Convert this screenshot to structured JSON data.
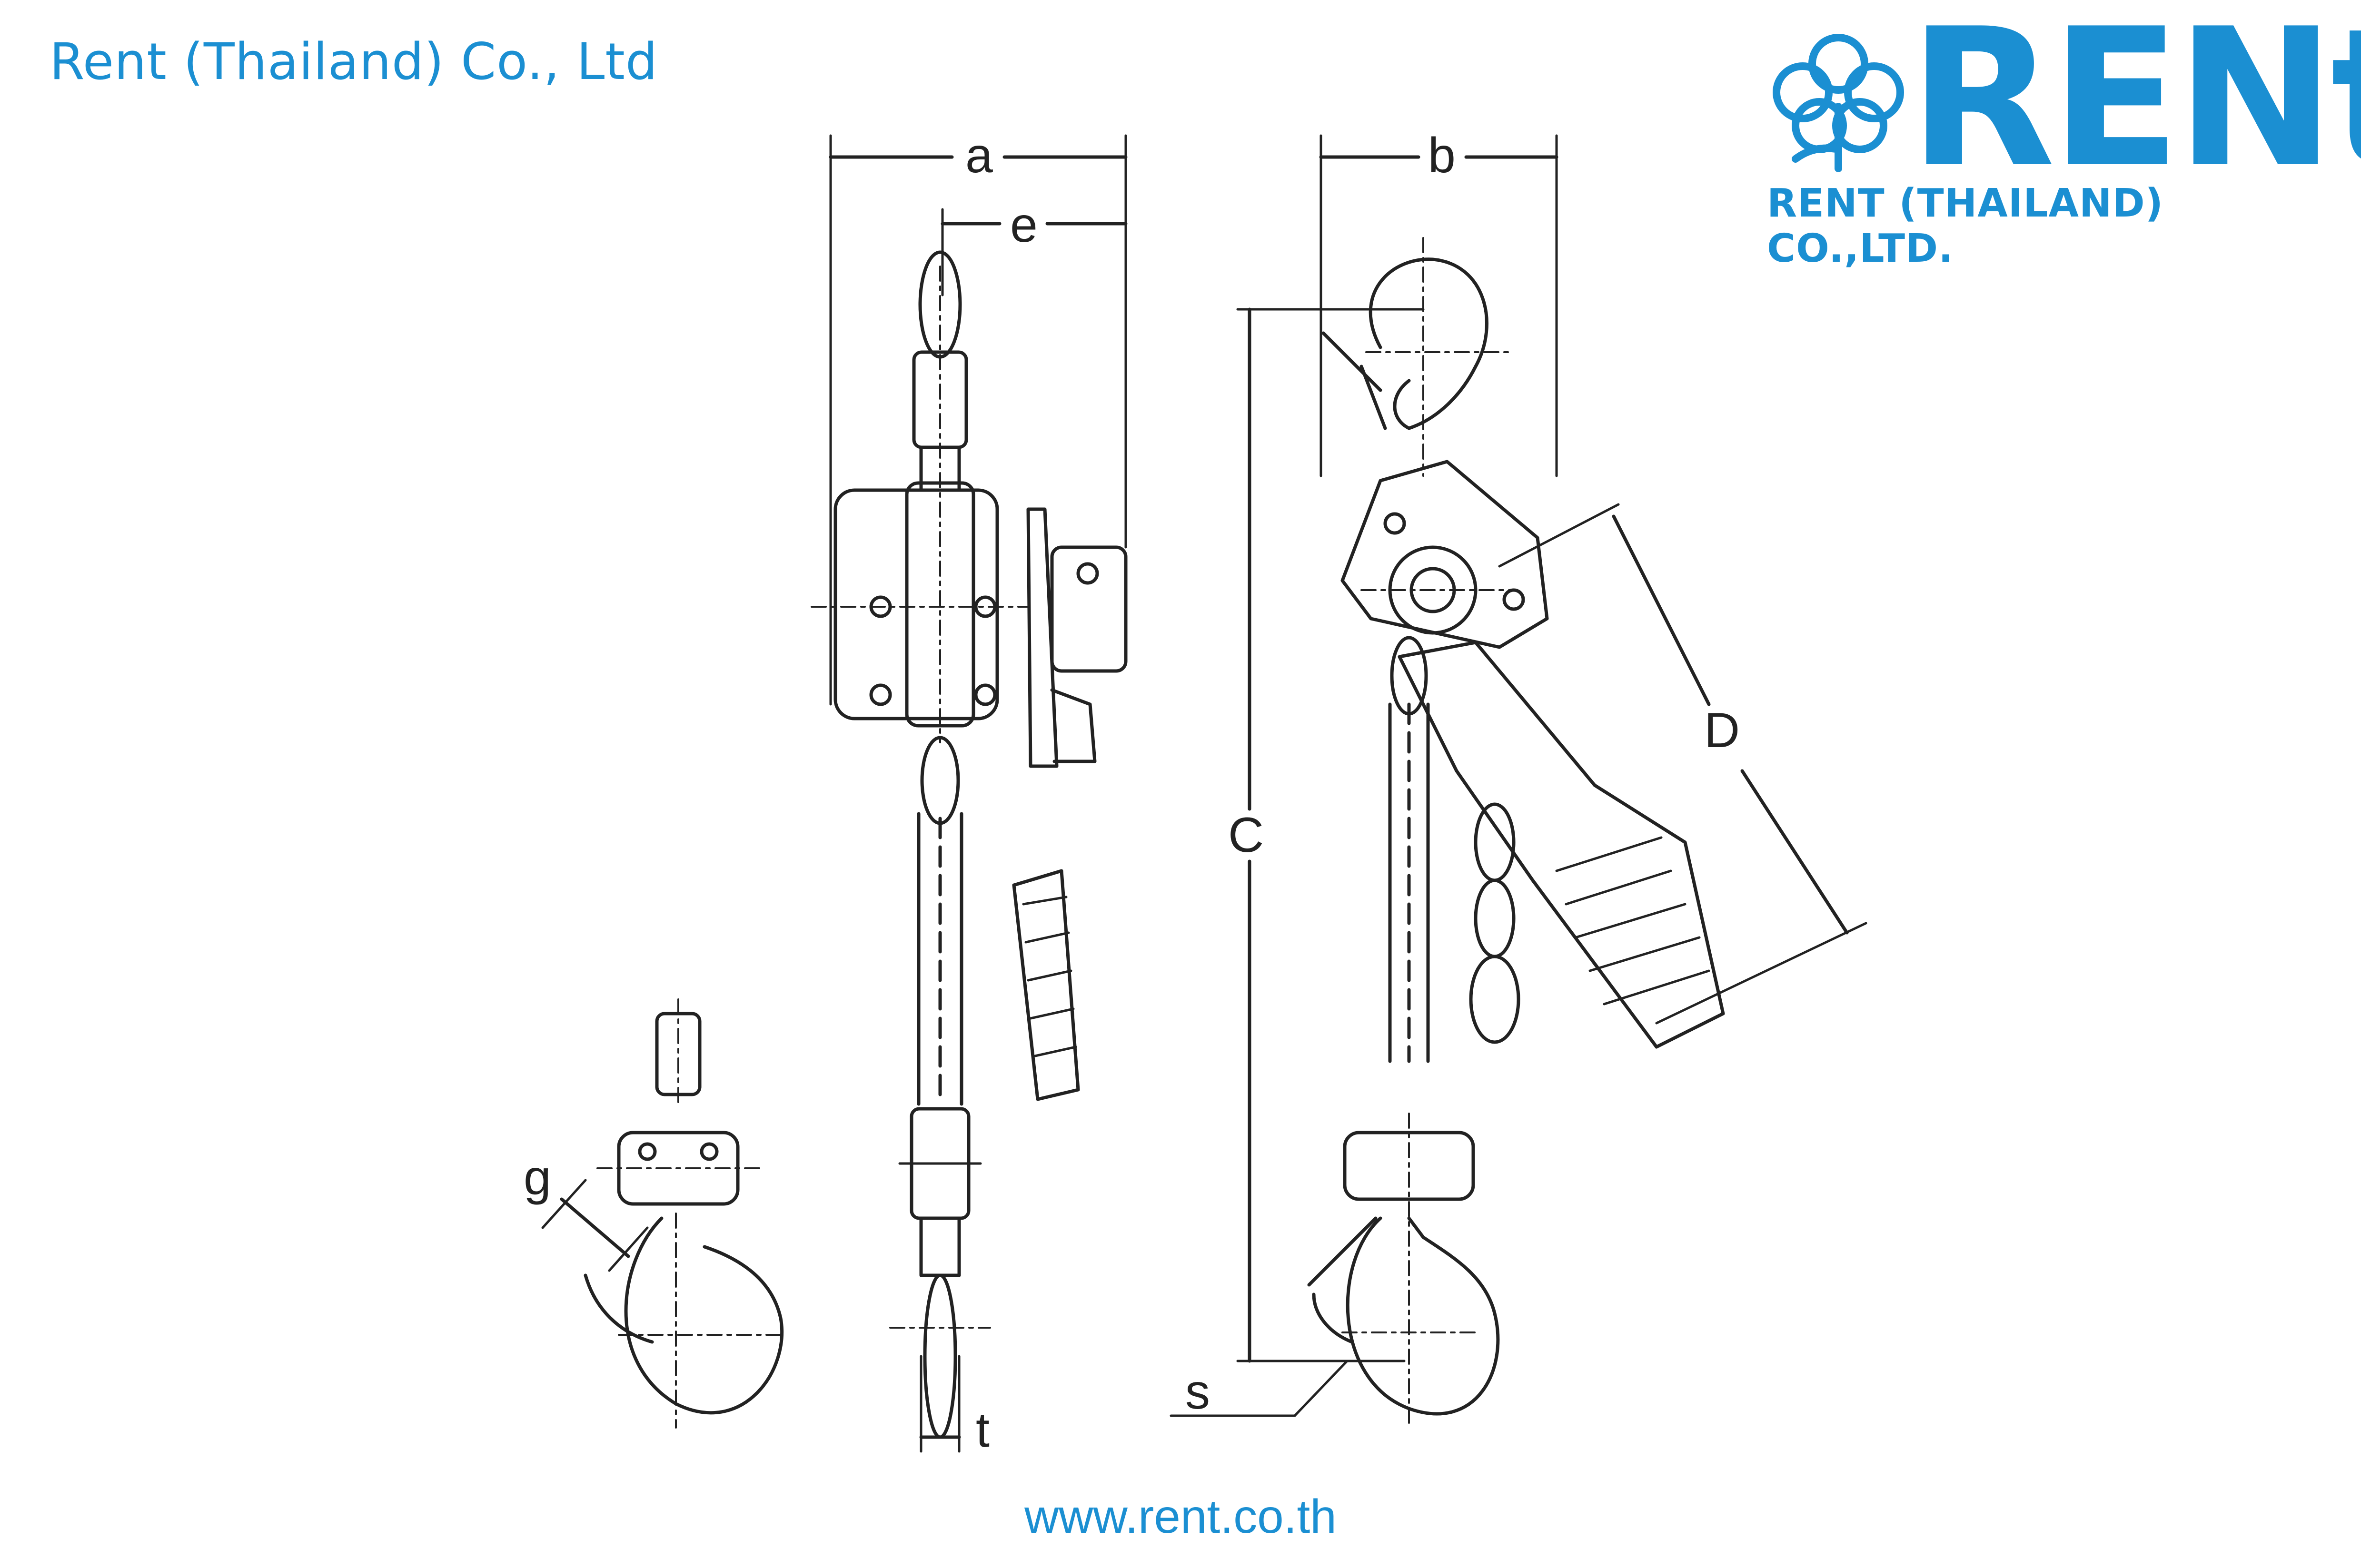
{
  "header": {
    "company_name": "Rent (Thailand) Co., Ltd"
  },
  "logo": {
    "wordmark": "RENt",
    "subtitle": "RENT (THAILAND) CO.,LTD.",
    "brand_color": "#1b8fd2"
  },
  "dimensions": {
    "a": "a",
    "b": "b",
    "e": "e",
    "c": "C",
    "d": "D",
    "g": "g",
    "s": "s",
    "t": "t"
  },
  "footer": {
    "website": "www.rent.co.th"
  }
}
